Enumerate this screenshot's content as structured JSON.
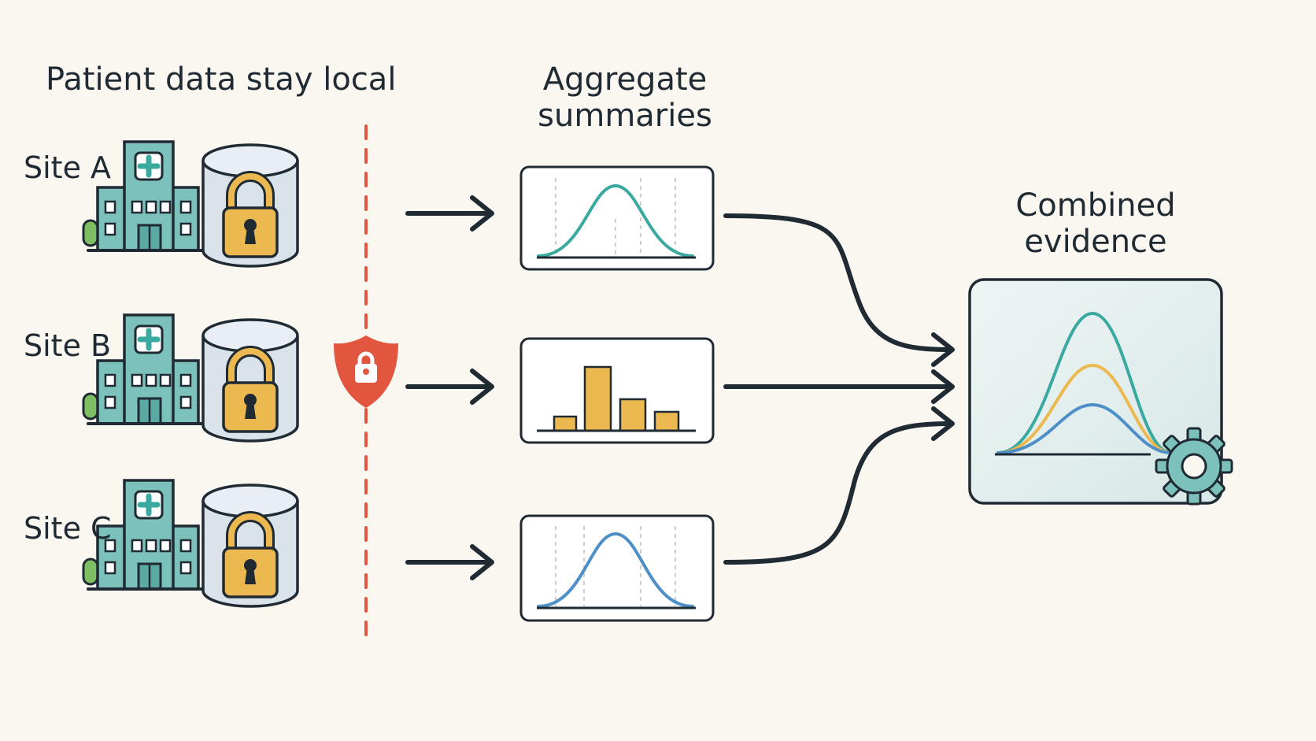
{
  "headings": {
    "local": "Patient data stay local",
    "aggregate_line1": "Aggregate",
    "aggregate_line2": "summaries",
    "combined_line1": "Combined",
    "combined_line2": "evidence"
  },
  "sites": [
    {
      "label": "Site A"
    },
    {
      "label": "Site B"
    },
    {
      "label": "Site C"
    }
  ],
  "icons": {
    "hospital": "hospital-icon",
    "database": "locked-database-icon",
    "shield": "privacy-shield-icon",
    "gear": "gear-icon"
  },
  "colors": {
    "background": "#faf7f1",
    "ink": "#1f2a33",
    "teal": "#3aa9a0",
    "amber": "#ecb950",
    "blue": "#4f8fc8",
    "boundary": "#e2553f",
    "hospital": "#7cc1bb",
    "plant": "#7fbf63"
  }
}
